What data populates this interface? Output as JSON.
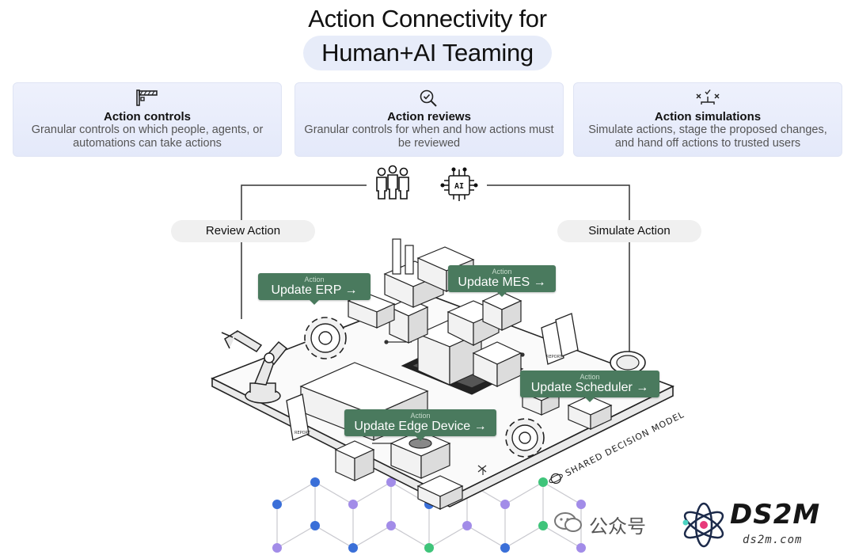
{
  "title": {
    "line1": "Action Connectivity for",
    "line2": "Human+AI Teaming"
  },
  "cards": [
    {
      "icon": "gate-barrier-icon",
      "title": "Action controls",
      "desc": "Granular controls on which people, agents, or automations can take actions"
    },
    {
      "icon": "magnifier-check-icon",
      "title": "Action reviews",
      "desc": "Granular controls for when and how actions must be reviewed"
    },
    {
      "icon": "simulation-icon",
      "title": "Action simulations",
      "desc": "Simulate actions, stage the proposed changes, and hand off actions to trusted users"
    }
  ],
  "side_labels": {
    "left": "Review Action",
    "right": "Simulate Action"
  },
  "ai_chip_label": "AI",
  "action_tags": [
    {
      "small": "Action",
      "big": "Update ERP →"
    },
    {
      "small": "Action",
      "big": "Update MES →"
    },
    {
      "small": "Action",
      "big": "Update Scheduler →"
    },
    {
      "small": "Action",
      "big": "Update Edge Device →"
    }
  ],
  "platform_label": "SHARED DECISION MODEL",
  "report_label": "REPORT",
  "watermark": {
    "wechat_text": "公众号",
    "brand": "DS2M",
    "brand_sub": "ds2m.com"
  },
  "colors": {
    "tag_green": "#4a7a5e",
    "card_bg": "#e7ecf9",
    "node_blue": "#3a6fd8",
    "node_green": "#3fc47a",
    "node_purple": "#a28ce8"
  }
}
